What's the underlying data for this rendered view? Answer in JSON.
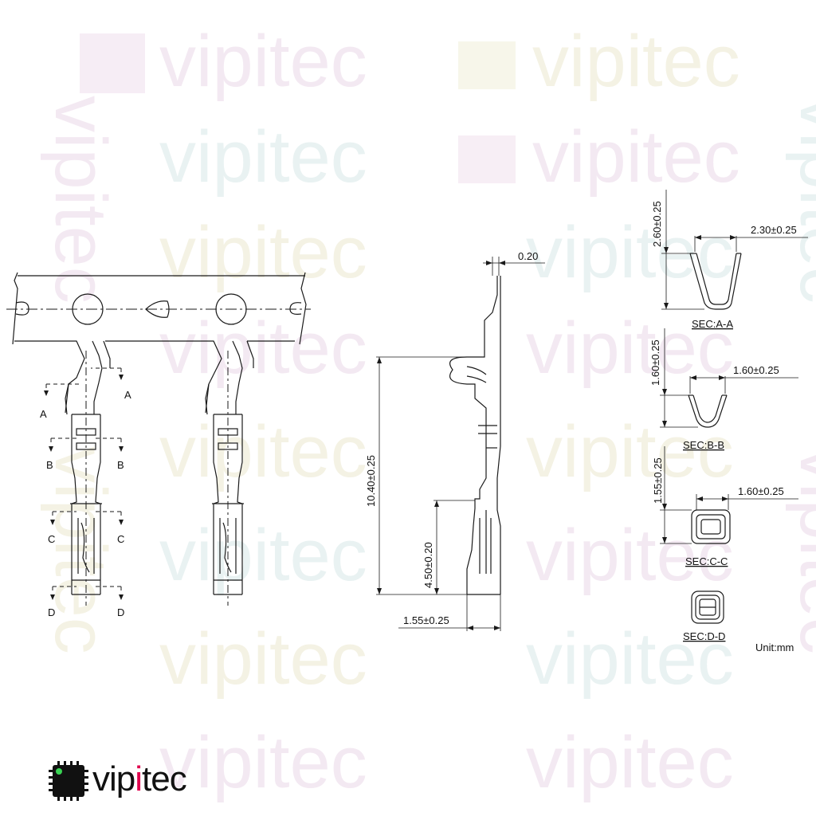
{
  "watermark": {
    "text": "vipitec"
  },
  "brand": {
    "name_prefix": "vip",
    "name_accent": "i",
    "name_suffix": "tec",
    "accent_color": "#e0004d",
    "chip_dot_color": "#39d353"
  },
  "front_view": {
    "section_marks": [
      "A",
      "A",
      "B",
      "B",
      "C",
      "C",
      "D",
      "D"
    ]
  },
  "side_view": {
    "dims": {
      "thickness": "0.20",
      "overall_length": "10.40±0.25",
      "crimp_length": "4.50±0.20",
      "width": "1.55±0.25"
    }
  },
  "sections": [
    {
      "caption": "SEC:A-A",
      "height": "2.60±0.25",
      "width": "2.30±0.25"
    },
    {
      "caption": "SEC:B-B",
      "height": "1.60±0.25",
      "width": "1.60±0.25"
    },
    {
      "caption": "SEC:C-C",
      "height": "1.55±0.25",
      "width": "1.60±0.25"
    },
    {
      "caption": "SEC:D-D"
    }
  ],
  "unit_label": "Unit:mm"
}
